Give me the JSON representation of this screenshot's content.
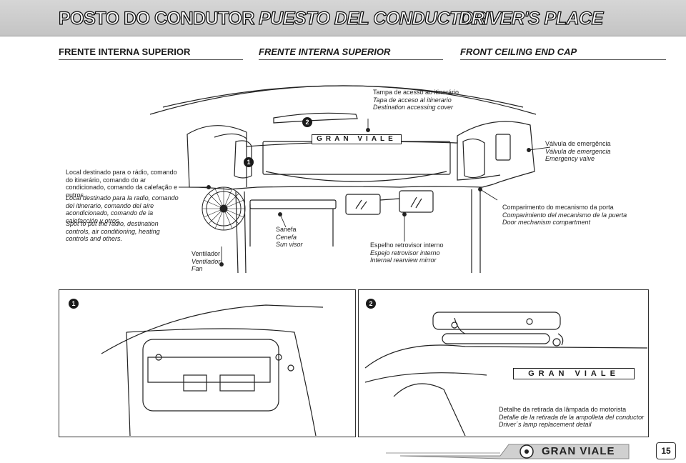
{
  "header": {
    "title_pt": "POSTO DO CONDUTOR",
    "title_es": "PUESTO DEL CONDUCTOR",
    "title_en": "DRIVER'S PLACE"
  },
  "section": {
    "sub_pt": "FRENTE INTERNA SUPERIOR",
    "sub_es": "FRENTE INTERNA SUPERIOR",
    "sub_en": "FRONT CEILING END CAP"
  },
  "labels": {
    "cover_pt": "Tampa de acesso ao itinerário",
    "cover_es": "Tapa de acceso al itinerario",
    "cover_en": "Destination accessing cover",
    "valve_pt": "Válvula de emergência",
    "valve_es": "Válvula de emergencia",
    "valve_en": "Emergency valve",
    "radio_pt": "Local destinado para o rádio, comando do itinerário, comando do ar condicionado, comando da calefação e outros.",
    "radio_es": "Local destinado para la radio, comando del itinerario, comando del aire acondicionado, comando de la calefacción y otros.",
    "radio_en": "Spot to put the radio, destination controls, air conditioning, heating controls and others.",
    "door_pt": "Comparimento do mecanismo da porta",
    "door_es": "Comparimiento del mecanismo de la puerta",
    "door_en": "Door mechanism compartment",
    "fan_pt": "Ventilador",
    "fan_es": "Ventilador",
    "fan_en": "Fan",
    "visor_pt": "Sanefa",
    "visor_es": "Cenefa",
    "visor_en": "Sun visor",
    "mirror_pt": "Espelho retrovisor interno",
    "mirror_es": "Espejo retrovisor interno",
    "mirror_en": "Internal rearview mirror",
    "lamp_pt": "Detalhe da retirada da lâmpada do motorista",
    "lamp_es": "Detalle de la retirada de la ampolleta del conductor",
    "lamp_en": "Driver´s lamp replacement detail"
  },
  "callouts": {
    "one": "1",
    "two": "2"
  },
  "brand": {
    "cap_text": "GRAN VIALE",
    "logo_text": "GRAN VIALE"
  },
  "page": {
    "number": "15"
  },
  "colors": {
    "header_bg": "#c9c9c9",
    "ink": "#1a1a1a",
    "accent": "#cccccc"
  }
}
